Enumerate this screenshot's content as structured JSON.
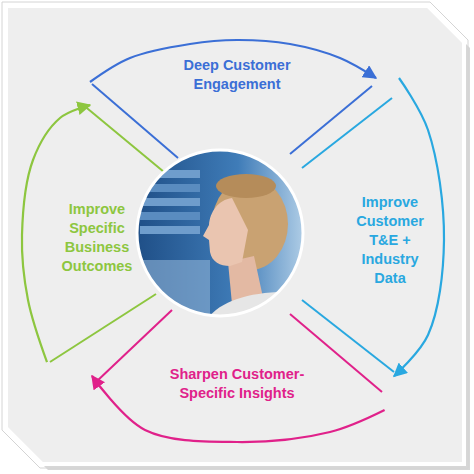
{
  "diagram": {
    "nodes": [
      {
        "text": [
          "Deep Customer Engagement"
        ]
      },
      {
        "text": [
          "Improve Customer T&E + Industry Data"
        ]
      },
      {
        "text": [
          "Sharpen Customer-Specific Insights"
        ]
      },
      {
        "text": [
          "Improve Specific Business Outcomes"
        ]
      }
    ],
    "edges": [
      {
        "from": 0,
        "to": 1,
        "arrow": "to"
      },
      {
        "from": 1,
        "to": 2,
        "arrow": "to"
      },
      {
        "from": 2,
        "to": 3,
        "arrow": "to"
      },
      {
        "from": 3,
        "to": 0,
        "arrow": "to"
      }
    ]
  }
}
